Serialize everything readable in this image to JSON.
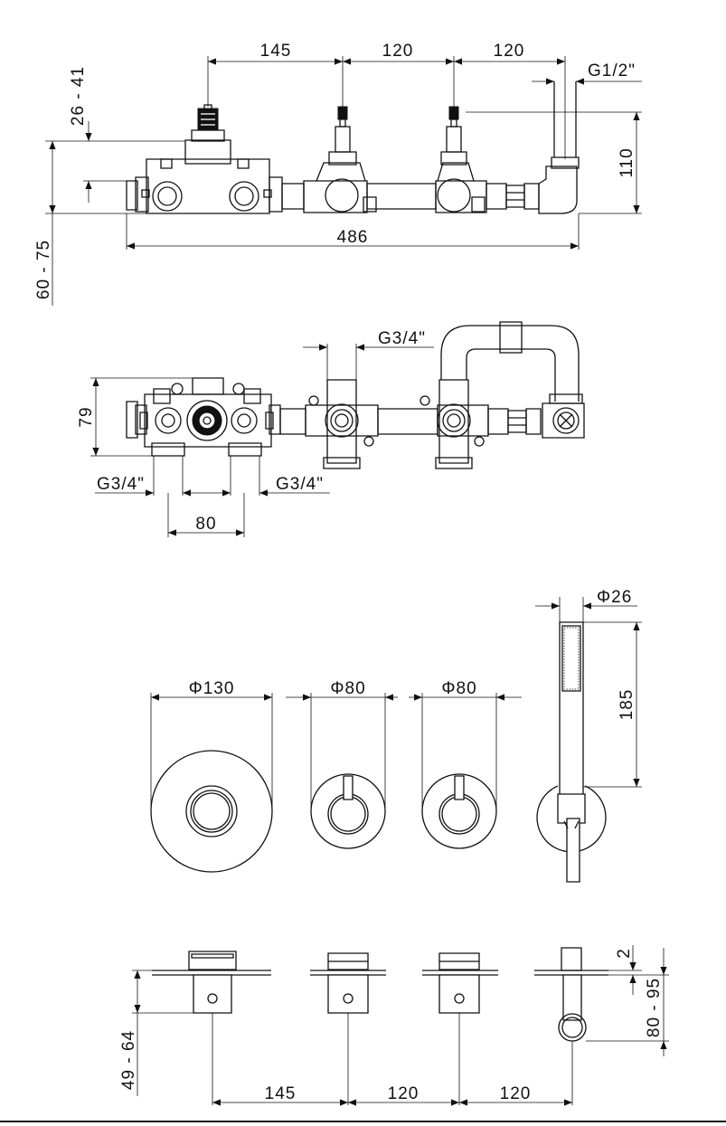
{
  "side_view": {
    "dim_spacing_1": "145",
    "dim_spacing_2": "120",
    "dim_spacing_3": "120",
    "dim_thread_outlet": "G1/2\"",
    "dim_height": "110",
    "dim_stem_range": "26 - 41",
    "dim_depth_range": "60 - 75",
    "dim_total_length": "486"
  },
  "top_view": {
    "dim_inlet_thread_top": "G3/4\"",
    "dim_depth": "79",
    "dim_inlet_left": "G3/4\"",
    "dim_inlet_right": "G3/4\"",
    "dim_inlet_spacing": "80"
  },
  "front_view": {
    "dim_plate_large": "Φ130",
    "dim_plate_small_1": "Φ80",
    "dim_plate_small_2": "Φ80",
    "dim_handshower_dia": "Φ26",
    "dim_handshower_length": "185"
  },
  "bottom_view": {
    "dim_plate_thickness": "2",
    "dim_outlet_range": "80 - 95",
    "dim_projection_range": "49 - 64",
    "dim_spacing_1": "145",
    "dim_spacing_2": "120",
    "dim_spacing_3": "120"
  }
}
